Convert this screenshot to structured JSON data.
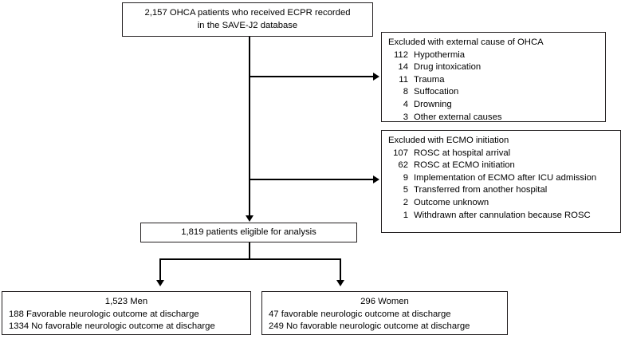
{
  "figure": {
    "type": "flowchart",
    "orientation": "top-down"
  },
  "nodes": {
    "source": {
      "line1": "2,157 OHCA patients who received ECPR recorded",
      "line2": "in the SAVE-J2 database"
    },
    "excluded_external": {
      "heading": "Excluded with external cause of OHCA",
      "items": [
        {
          "count": "112",
          "label": "Hypothermia"
        },
        {
          "count": "14",
          "label": "Drug intoxication"
        },
        {
          "count": "11",
          "label": "Trauma"
        },
        {
          "count": "8",
          "label": "Suffocation"
        },
        {
          "count": "4",
          "label": "Drowning"
        },
        {
          "count": "3",
          "label": "Other external causes"
        }
      ]
    },
    "excluded_ecmo": {
      "heading": "Excluded with ECMO initiation",
      "items": [
        {
          "count": "107",
          "label": "ROSC at hospital arrival"
        },
        {
          "count": "62",
          "label": "ROSC at ECMO initiation"
        },
        {
          "count": "9",
          "label": "Implementation of ECMO after ICU admission"
        },
        {
          "count": "5",
          "label": "Transferred from another hospital"
        },
        {
          "count": "2",
          "label": "Outcome unknown"
        },
        {
          "count": "1",
          "label": "Withdrawn after cannulation because ROSC"
        }
      ]
    },
    "eligible": {
      "text": "1,819 patients eligible for analysis"
    },
    "men": {
      "heading": "1,523 Men",
      "line1": "188 Favorable neurologic outcome at discharge",
      "line2": "1334 No favorable neurologic outcome at discharge"
    },
    "women": {
      "heading": "296 Women",
      "line1": "47 favorable neurologic outcome at discharge",
      "line2": "249 No favorable neurologic outcome at discharge"
    }
  },
  "style": {
    "line_color": "#000000",
    "border_color": "#231f20",
    "background": "#ffffff"
  }
}
